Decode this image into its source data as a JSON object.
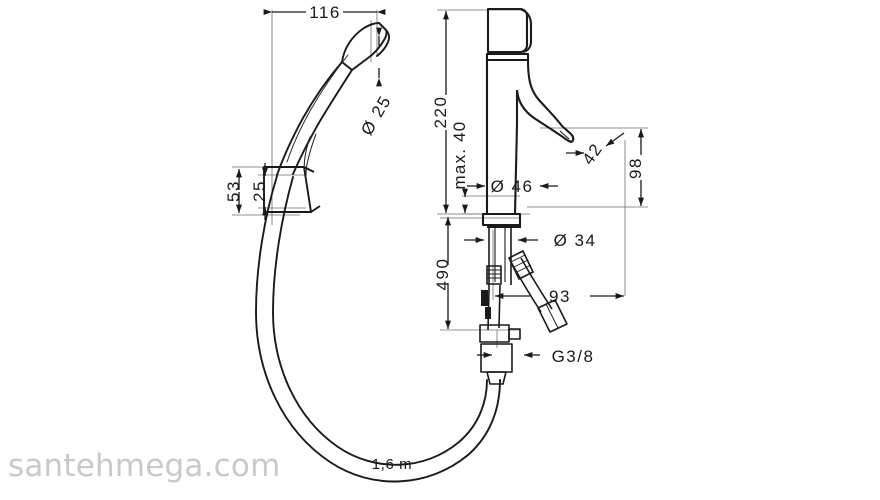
{
  "document": {
    "type": "technical-dimension-drawing",
    "subject": "Bidet hand spray with single-lever basin mixer",
    "background_color": "#ffffff",
    "line_color": "#1a1a1a",
    "thin_line_color": "#5a5a5a",
    "watermark_color": "#c9c9c9"
  },
  "watermark": {
    "text": "santehmega.com"
  },
  "dimensions": {
    "spray_width": {
      "label": "116",
      "orientation": "horizontal",
      "arrows": "outward"
    },
    "spray_nozzle_diameter": {
      "label": "Ø 25",
      "orientation": "rotated",
      "arrows": "inward"
    },
    "bracket_height": {
      "label": "53",
      "orientation": "vertical",
      "arrows": "outward"
    },
    "bracket_depth": {
      "label": "25",
      "orientation": "vertical",
      "arrows": "inward"
    },
    "mixer_total_height": {
      "label": "220",
      "orientation": "vertical",
      "arrows": "outward"
    },
    "max_deck_thickness": {
      "label": "max. 40",
      "orientation": "vertical",
      "arrows": "outward"
    },
    "base_diameter": {
      "label": "Ø 46",
      "orientation": "horizontal",
      "arrows": "inward"
    },
    "spout_outlet": {
      "label": "42",
      "orientation": "rotated",
      "arrows": "inward"
    },
    "spout_height": {
      "label": "98",
      "orientation": "vertical",
      "arrows": "outward"
    },
    "shank_diameter": {
      "label": "Ø 34",
      "orientation": "horizontal",
      "arrows": "inward"
    },
    "supply_length": {
      "label": "490",
      "orientation": "vertical",
      "arrows": "outward"
    },
    "valve_offset": {
      "label": "93",
      "orientation": "horizontal",
      "arrows": "outward"
    },
    "thread_connection": {
      "label": "G3/8",
      "orientation": "horizontal",
      "arrows": "inward"
    },
    "hose_length": {
      "label": "1,6 m",
      "orientation": "horizontal",
      "arrows": "none"
    }
  }
}
